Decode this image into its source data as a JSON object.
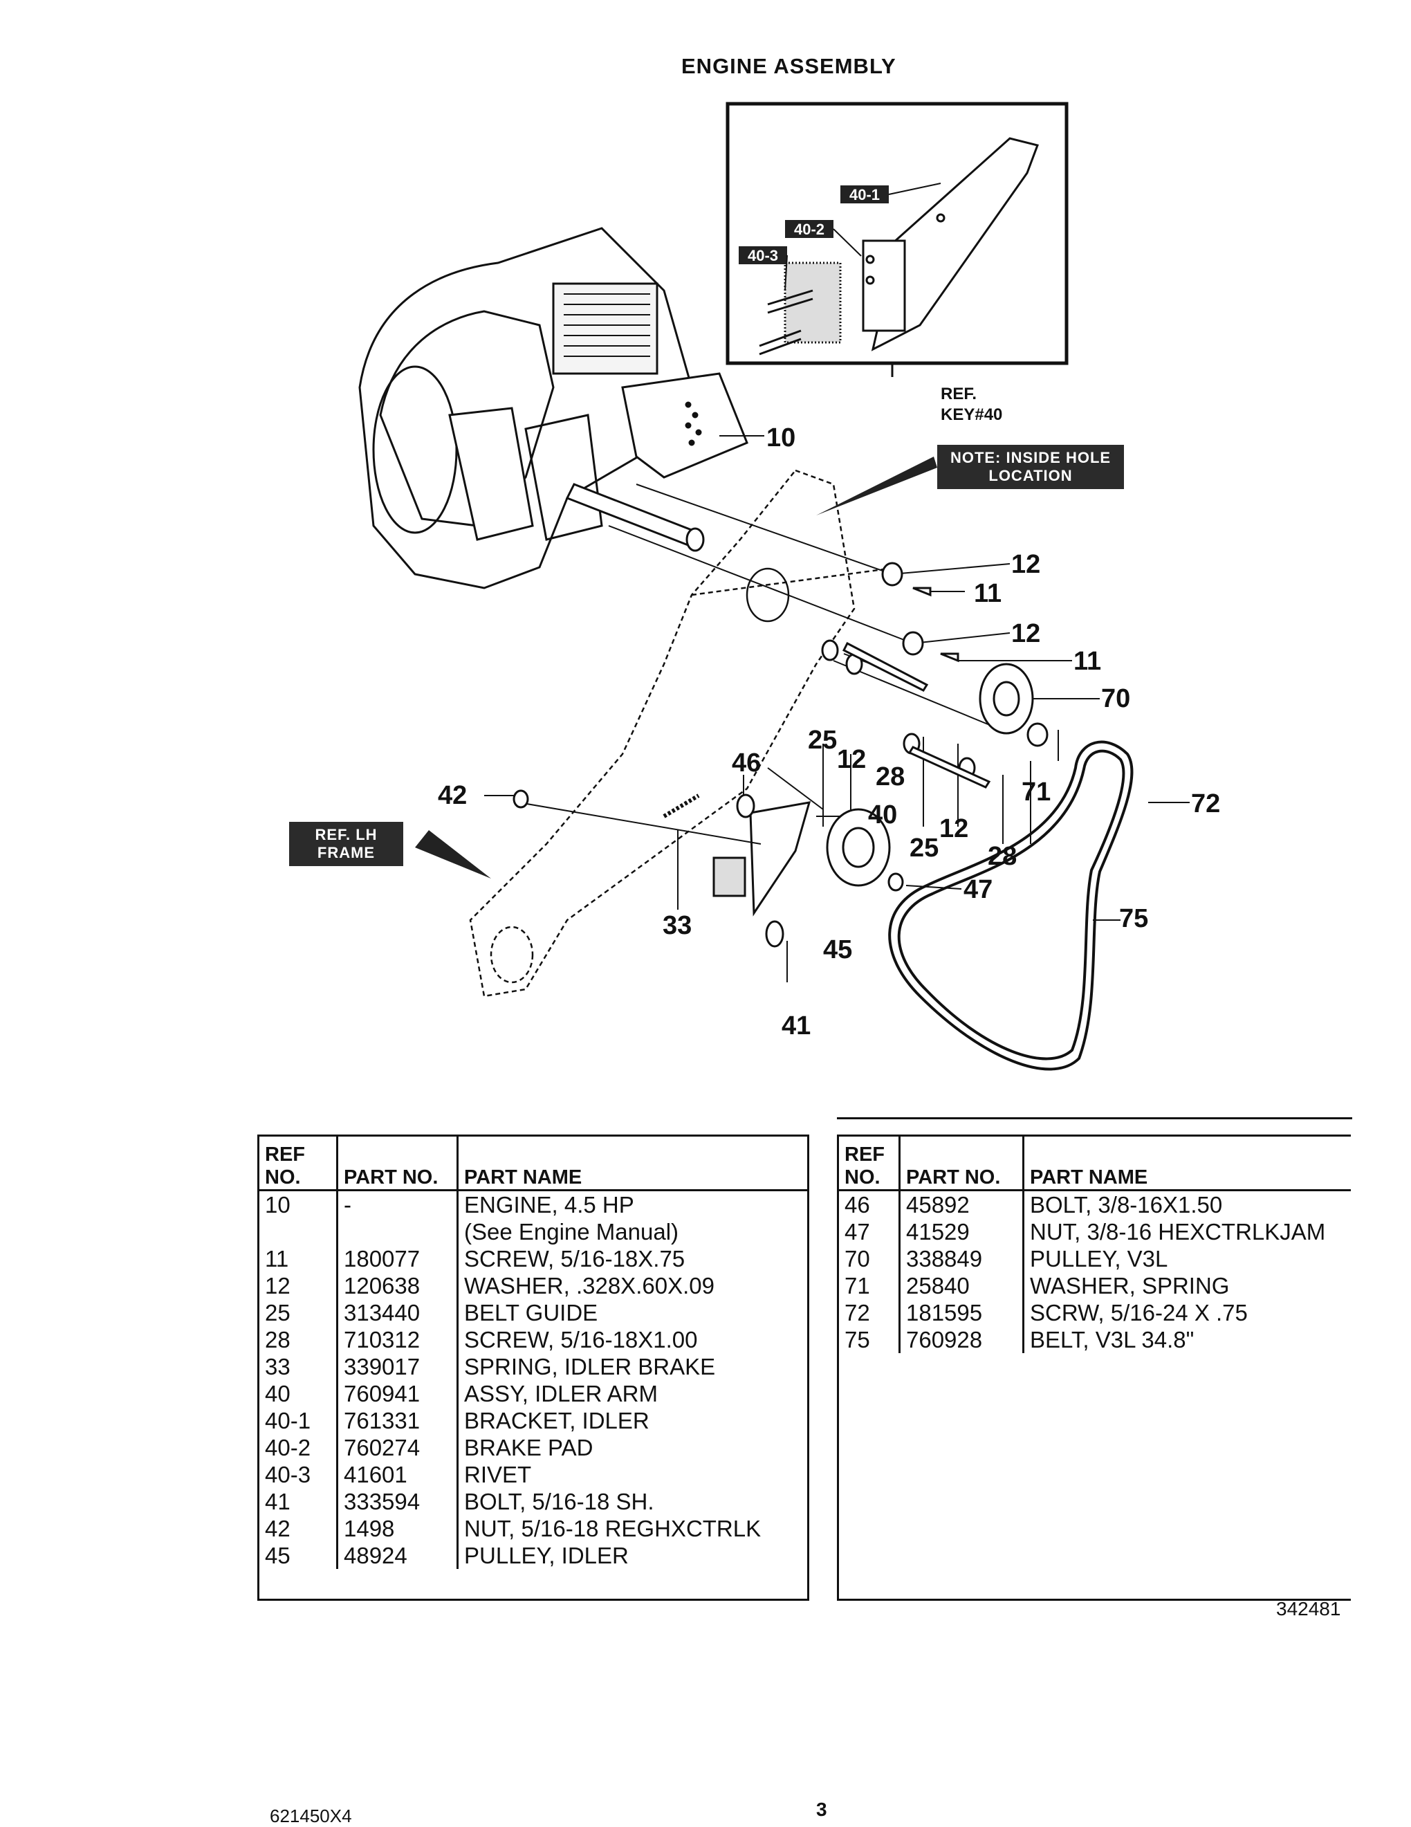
{
  "page": {
    "title": "ENGINE ASSEMBLY",
    "page_number": "3",
    "doc_number": "342481",
    "footer_code": "621450X4"
  },
  "diagram": {
    "inset_labels": [
      "40-1",
      "40-2",
      "40-3"
    ],
    "ref_key_line1": "REF.",
    "ref_key_line2": "KEY#40",
    "note_line1": "NOTE: INSIDE HOLE",
    "note_line2": "LOCATION",
    "frame_line1": "REF. LH",
    "frame_line2": "FRAME",
    "callouts": {
      "c10": "10",
      "c12a": "12",
      "c11a": "11",
      "c12b": "12",
      "c11b": "11",
      "c70": "70",
      "c25a": "25",
      "c12c": "12",
      "c28a": "28",
      "c46": "46",
      "c71": "71",
      "c72": "72",
      "c42": "42",
      "c40": "40",
      "c25b": "25",
      "c12d": "12",
      "c28b": "28",
      "c47": "47",
      "c33": "33",
      "c45": "45",
      "c75": "75",
      "c41": "41"
    }
  },
  "table_left": {
    "headers": [
      "REF NO.",
      "PART NO.",
      "PART NAME"
    ],
    "rows": [
      {
        "ref": "10",
        "part": "-",
        "name": "ENGINE, 4.5 HP"
      },
      {
        "ref": "",
        "part": "",
        "name": "(See Engine Manual)"
      },
      {
        "ref": "11",
        "part": "180077",
        "name": "SCREW, 5/16-18X.75"
      },
      {
        "ref": "12",
        "part": "120638",
        "name": "WASHER, .328X.60X.09"
      },
      {
        "ref": "25",
        "part": "313440",
        "name": "BELT GUIDE"
      },
      {
        "ref": "28",
        "part": "710312",
        "name": "SCREW, 5/16-18X1.00"
      },
      {
        "ref": "33",
        "part": "339017",
        "name": "SPRING, IDLER BRAKE"
      },
      {
        "ref": "40",
        "part": "760941",
        "name": "ASSY, IDLER ARM"
      },
      {
        "ref": "40-1",
        "part": "761331",
        "name": "BRACKET, IDLER"
      },
      {
        "ref": "40-2",
        "part": "760274",
        "name": "BRAKE PAD"
      },
      {
        "ref": "40-3",
        "part": "41601",
        "name": "RIVET"
      },
      {
        "ref": "41",
        "part": "333594",
        "name": "BOLT, 5/16-18 SH."
      },
      {
        "ref": "42",
        "part": "1498",
        "name": "NUT, 5/16-18 REGHXCTRLK"
      },
      {
        "ref": "45",
        "part": "48924",
        "name": "PULLEY, IDLER"
      }
    ]
  },
  "table_right": {
    "headers": [
      "REF NO.",
      "PART NO.",
      "PART NAME"
    ],
    "rows": [
      {
        "ref": "46",
        "part": "45892",
        "name": "BOLT, 3/8-16X1.50"
      },
      {
        "ref": "47",
        "part": "41529",
        "name": "NUT, 3/8-16 HEXCTRLKJAM"
      },
      {
        "ref": "70",
        "part": "338849",
        "name": "PULLEY, V3L"
      },
      {
        "ref": "71",
        "part": "25840",
        "name": "WASHER, SPRING"
      },
      {
        "ref": "72",
        "part": "181595",
        "name": "SCRW, 5/16-24 X .75"
      },
      {
        "ref": "75",
        "part": "760928",
        "name": "BELT, V3L  34.8\""
      }
    ]
  }
}
